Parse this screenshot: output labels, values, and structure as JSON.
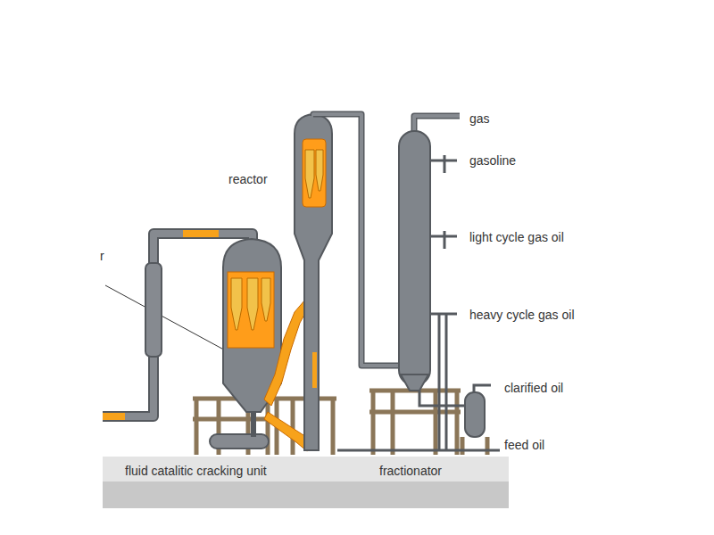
{
  "diagram": {
    "labels": [
      "gas",
      "gasoline",
      "reactor",
      "light cycle gas oil",
      "r",
      "heavy cycle gas oil",
      "clarified oil",
      "feed oil",
      "fluid catalitic cracking unit",
      "fractionator"
    ]
  }
}
